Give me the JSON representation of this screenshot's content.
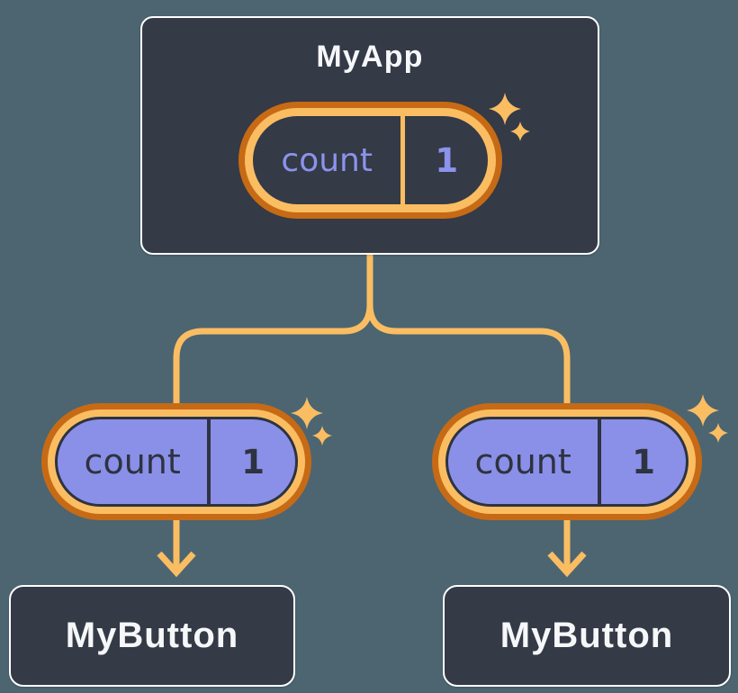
{
  "colors": {
    "background": "#4C6571",
    "card": "#343A46",
    "card_border": "#FFFFFF",
    "orange_dark": "#C76A15",
    "orange_light": "#FABD62",
    "purple_fill": "#8A90E8",
    "lavender_text": "#8B93EC",
    "dark_text": "#2D3340",
    "title_text": "#F6F7F9"
  },
  "root_component": {
    "title": "MyApp",
    "state_pill": {
      "label": "count",
      "value": "1"
    }
  },
  "child_components": [
    {
      "title": "MyButton",
      "prop_pill": {
        "label": "count",
        "value": "1"
      }
    },
    {
      "title": "MyButton",
      "prop_pill": {
        "label": "count",
        "value": "1"
      }
    }
  ]
}
